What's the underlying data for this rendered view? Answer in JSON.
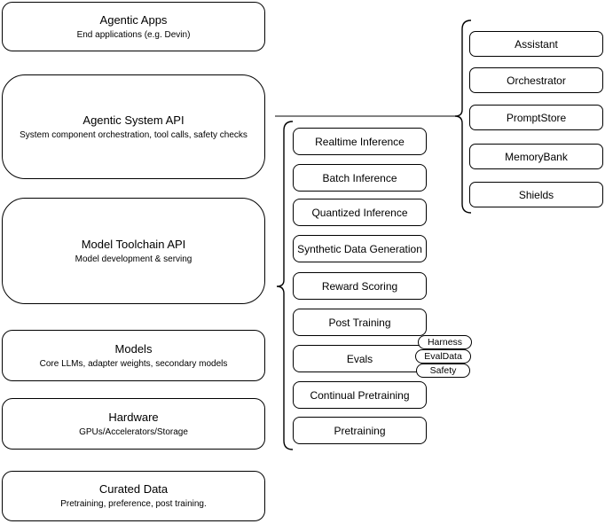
{
  "diagram": {
    "layers": [
      {
        "title": "Agentic Apps",
        "subtitle": "End applications (e.g. Devin)"
      },
      {
        "title": "Agentic System API",
        "subtitle": "System component orchestration, tool calls, safety checks"
      },
      {
        "title": "Model Toolchain API",
        "subtitle": "Model development & serving"
      },
      {
        "title": "Models",
        "subtitle": "Core LLMs, adapter weights, secondary models"
      },
      {
        "title": "Hardware",
        "subtitle": "GPUs/Accelerators/Storage"
      },
      {
        "title": "Curated Data",
        "subtitle": "Pretraining, preference, post training."
      }
    ],
    "toolchain_services": [
      "Realtime Inference",
      "Batch Inference",
      "Quantized Inference",
      "Synthetic Data Generation",
      "Reward Scoring",
      "Post Training",
      "Evals",
      "Continual Pretraining",
      "Pretraining"
    ],
    "eval_tags": [
      "Harness",
      "EvalData",
      "Safety"
    ],
    "system_components": [
      "Assistant",
      "Orchestrator",
      "PromptStore",
      "MemoryBank",
      "Shields"
    ],
    "colors": {
      "stroke": "#000000",
      "background": "#ffffff",
      "connector_line": "#595959"
    }
  }
}
